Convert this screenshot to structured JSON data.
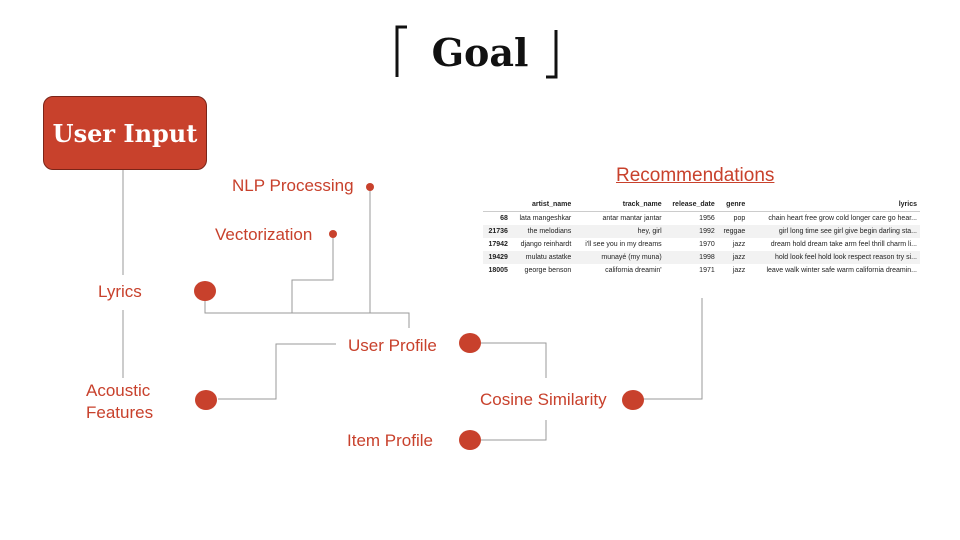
{
  "title": "Goal",
  "nodes": {
    "user_input": "User Input",
    "nlp": "NLP Processing",
    "vectorization": "Vectorization",
    "lyrics": "Lyrics",
    "acoustic_line1": "Acoustic",
    "acoustic_line2": "Features",
    "user_profile": "User Profile",
    "cosine": "Cosine Similarity",
    "item_profile": "Item Profile",
    "recommendations": "Recommendations"
  },
  "table": {
    "headers": [
      "",
      "artist_name",
      "track_name",
      "release_date",
      "genre",
      "lyrics"
    ],
    "rows": [
      [
        "68",
        "lata mangeshkar",
        "antar mantar jantar",
        "1956",
        "pop",
        "chain heart free grow cold longer care go hear..."
      ],
      [
        "21736",
        "the melodians",
        "hey, girl",
        "1992",
        "reggae",
        "girl long time see girl give begin darling sta..."
      ],
      [
        "17942",
        "django reinhardt",
        "i'll see you in my dreams",
        "1970",
        "jazz",
        "dream hold dream take arm feel thrill charm li..."
      ],
      [
        "19429",
        "mulatu astatke",
        "munayé (my muna)",
        "1998",
        "jazz",
        "hold look feel hold look respect reason try si..."
      ],
      [
        "18005",
        "george benson",
        "california dreamin'",
        "1971",
        "jazz",
        "leave walk winter safe warm california dreamin..."
      ]
    ]
  },
  "colors": {
    "accent": "#c8412c",
    "line": "#999999"
  }
}
